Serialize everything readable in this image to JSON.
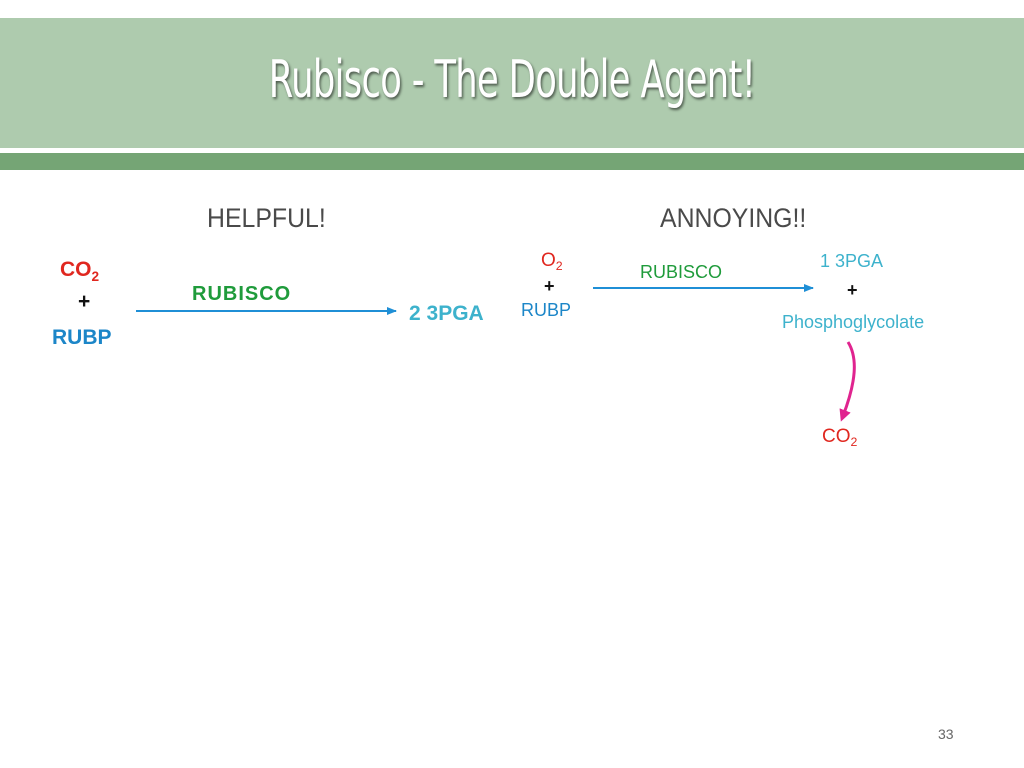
{
  "slide": {
    "title": "Rubisco - The Double Agent!",
    "page_number": "33"
  },
  "helpful": {
    "heading": "HELPFUL!",
    "reactant1": "CO",
    "reactant1_sub": "2",
    "plus": "+",
    "reactant2": "RUBP",
    "enzyme": "RUBISCO",
    "product": "2 3PGA"
  },
  "annoying": {
    "heading": "ANNOYING!!",
    "reactant1": "O",
    "reactant1_sub": "2",
    "plus": "+",
    "reactant2": "RUBP",
    "enzyme": "RUBISCO",
    "product1": "1 3PGA",
    "product_plus": "+",
    "product2": "Phosphoglycolate",
    "byproduct": "CO",
    "byproduct_sub": "2"
  },
  "colors": {
    "title_band": "#aecbae",
    "stripe": "#75a575",
    "co2_red": "#e0271f",
    "rubp_blue": "#1c86c8",
    "rubisco_green": "#1f9b3b",
    "pga_teal": "#3db2cc",
    "arrow_blue": "#1f8fd6",
    "arrow_magenta": "#e0248f"
  }
}
